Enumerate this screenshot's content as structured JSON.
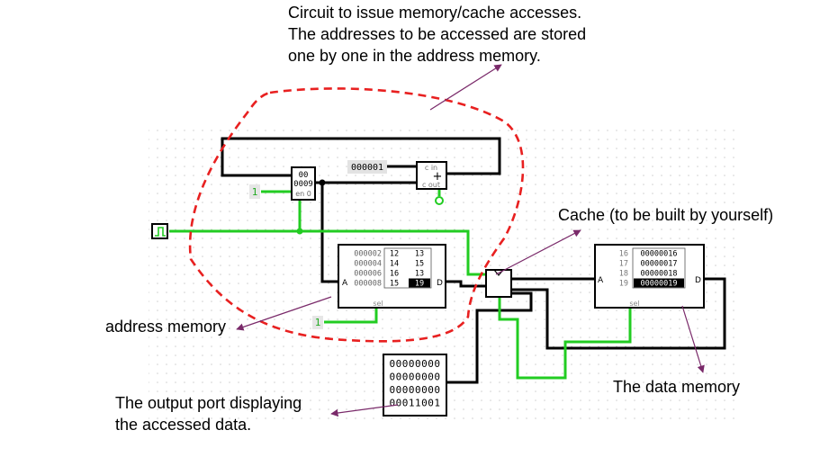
{
  "colors": {
    "wire_active": "#22cc22",
    "wire_bus": "#000000",
    "outline_dashed": "#e82020",
    "arrow": "#7a2a6a",
    "grid_dot": "#cfcfcf"
  },
  "annotations": {
    "circuit_desc": {
      "line1": "Circuit to issue memory/cache accesses.",
      "line2": "The addresses to be accessed are stored",
      "line3": "one by one in the address memory."
    },
    "cache": "Cache (to be built by yourself)",
    "address_memory": "address memory",
    "data_memory": "The data memory",
    "output_port": {
      "line1": "The output port displaying",
      "line2": "the accessed data."
    }
  },
  "counter": {
    "value_top": "00",
    "value_bottom": "0009",
    "en_label": "en 0"
  },
  "constant_increment": "000001",
  "adder": {
    "cin_label": "c in",
    "plus": "+",
    "cout_label": "c out"
  },
  "constant_one": "1",
  "constant_one_b": "1",
  "address_memory": {
    "rows": [
      {
        "addr": "000002",
        "c1": "12",
        "c2": "13",
        "selected": false
      },
      {
        "addr": "000004",
        "c1": "14",
        "c2": "15",
        "selected": false
      },
      {
        "addr": "000006",
        "c1": "16",
        "c2": "13",
        "selected": false
      },
      {
        "addr": "000008",
        "c1": "15",
        "c2": "19",
        "selected": true
      }
    ],
    "port_a": "A",
    "port_d": "D",
    "sel": "sel"
  },
  "data_memory": {
    "rows": [
      {
        "addr": "16",
        "val": "00000016",
        "selected": false
      },
      {
        "addr": "17",
        "val": "00000017",
        "selected": false
      },
      {
        "addr": "18",
        "val": "00000018",
        "selected": false
      },
      {
        "addr": "19",
        "val": "00000019",
        "selected": true
      }
    ],
    "port_a": "A",
    "port_d": "D",
    "sel": "sel"
  },
  "output_port": {
    "lines": [
      "00000000",
      "00000000",
      "00000000",
      "00011001"
    ]
  }
}
